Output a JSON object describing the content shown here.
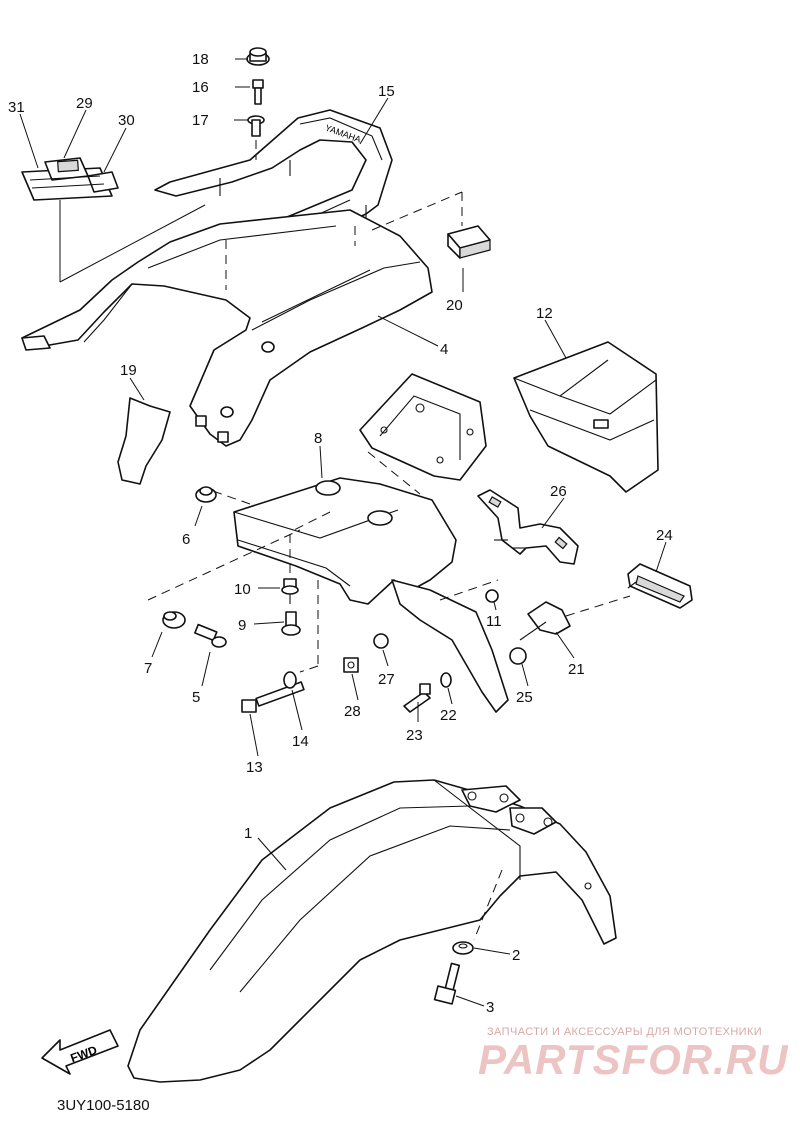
{
  "diagram": {
    "code": "3UY100-5180",
    "fwd_label": "FWD",
    "watermark_line1": "ЗАПЧАСТИ И АКСЕССУАРЫ ДЛЯ МОТОТЕХНИКИ",
    "watermark_line2": "PARTSFOR.RU",
    "callouts": [
      "1",
      "2",
      "3",
      "4",
      "5",
      "6",
      "7",
      "8",
      "9",
      "10",
      "11",
      "12",
      "13",
      "14",
      "15",
      "16",
      "17",
      "18",
      "19",
      "20",
      "21",
      "22",
      "23",
      "24",
      "25",
      "26",
      "27",
      "28",
      "29",
      "30",
      "31"
    ]
  }
}
